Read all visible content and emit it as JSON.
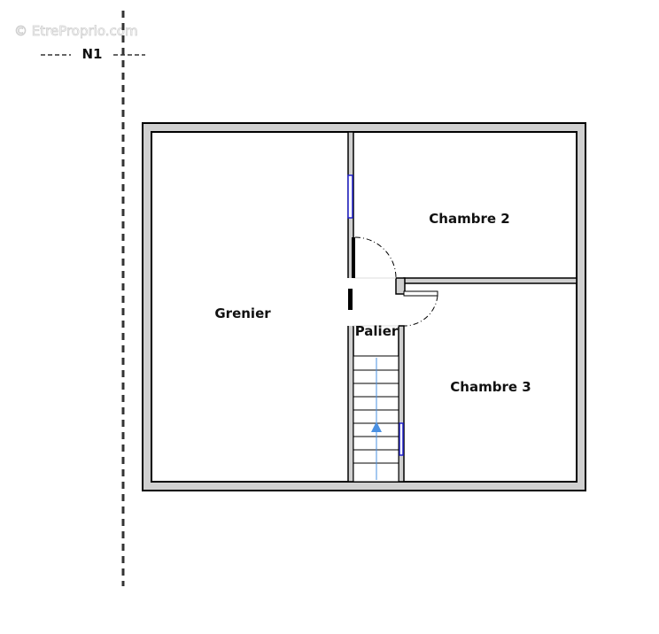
{
  "watermark": "© EtreProprio.com",
  "level_marker": "N1",
  "rooms": {
    "grenier": "Grenier",
    "chambre2": "Chambre 2",
    "chambre3": "Chambre 3",
    "palier": "Palier"
  },
  "colors": {
    "wall": "#d0d0d0",
    "outline": "#000000",
    "window": "#2222cc",
    "stair_arrow": "#4a90e2",
    "background": "#ffffff"
  }
}
